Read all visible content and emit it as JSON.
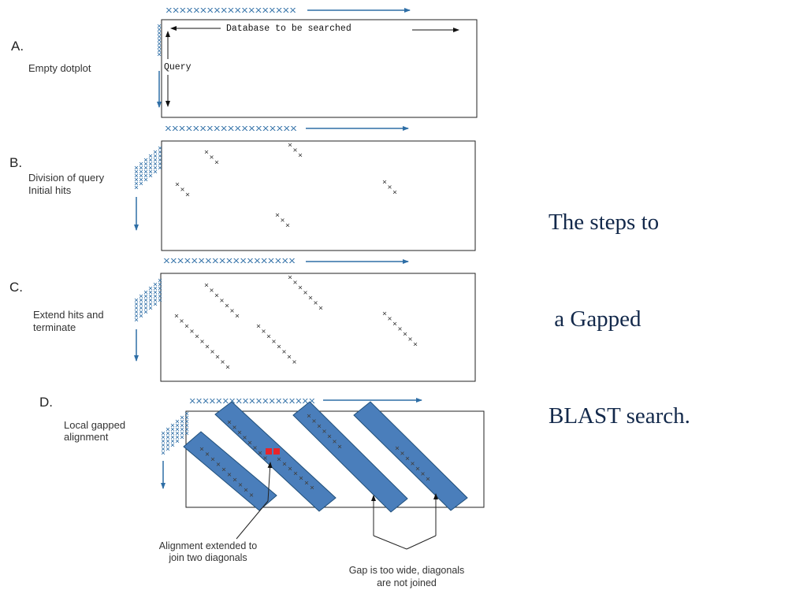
{
  "title_lines": [
    "The steps to",
    " a Gapped",
    "BLAST search."
  ],
  "query_mark": "xxxxxxxxxxxxxxxxxxx",
  "panel_a": {
    "letter": "A.",
    "caption": [
      "Empty dotplot"
    ],
    "db_label": "Database to be searched",
    "query_label": "Query"
  },
  "panel_b": {
    "letter": "B.",
    "caption": [
      "Division of query",
      "Initial hits"
    ]
  },
  "panel_c": {
    "letter": "C.",
    "caption": [
      "Extend hits and",
      "terminate"
    ]
  },
  "panel_d": {
    "letter": "D.",
    "caption": [
      "Local gapped",
      "alignment"
    ],
    "annotation_join": [
      "Alignment extended to",
      "join two diagonals"
    ],
    "annotation_gap": [
      "Gap is too wide, diagonals",
      "are not joined"
    ]
  },
  "colors": {
    "accent_blue": "#2e6ea6",
    "band_fill": "#4a7ebb",
    "band_stroke": "#1f4e79",
    "title": "#13294b",
    "gap_red": "#e8252a",
    "x_mark": "#404040"
  }
}
